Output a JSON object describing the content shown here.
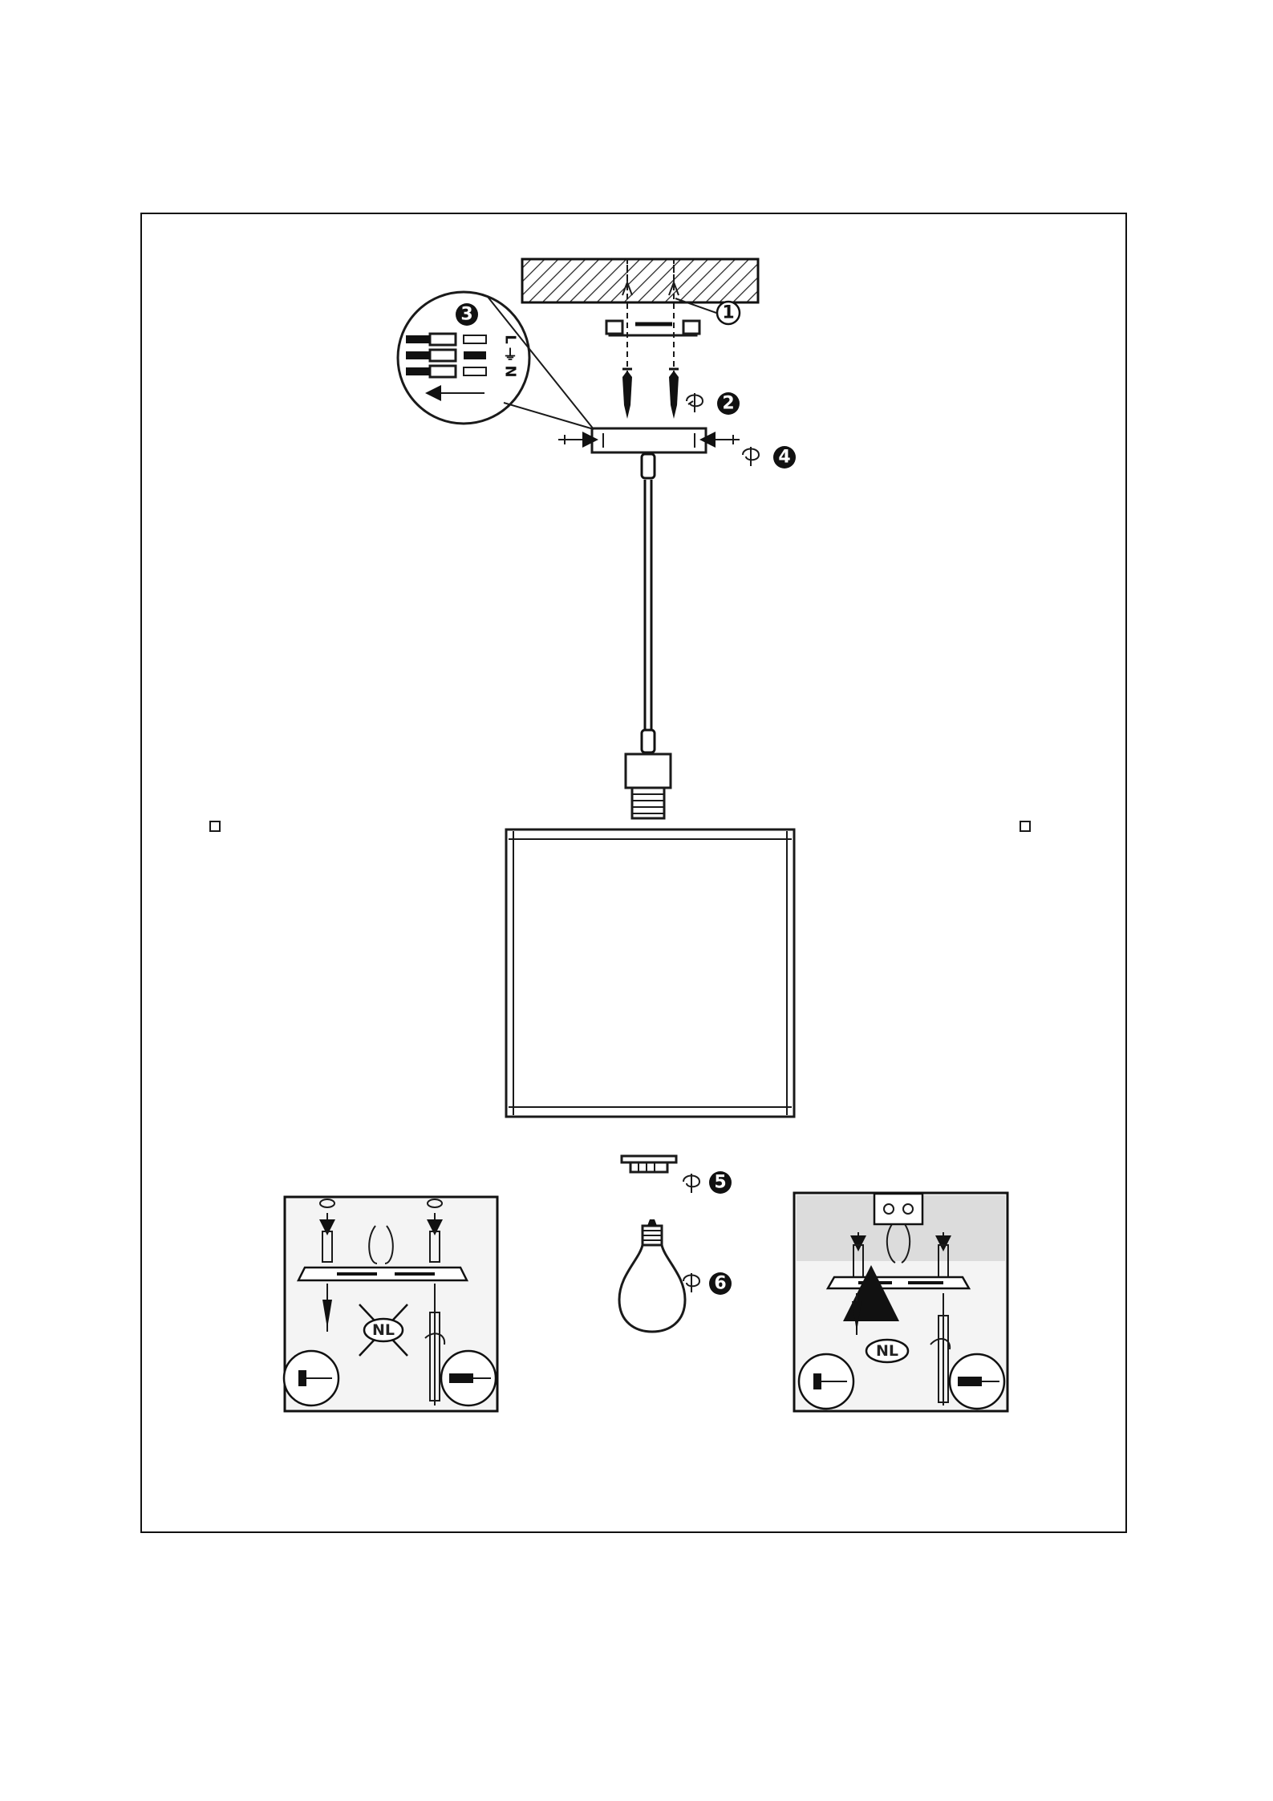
{
  "colors": {
    "line": "#1a1a1a",
    "paper": "#ffffff",
    "panel": "#f4f4f4",
    "ceiling": "#dcdcdc"
  },
  "steps": [
    {
      "id": "step-1",
      "label": "1"
    },
    {
      "id": "step-2",
      "label": "2"
    },
    {
      "id": "step-3",
      "label": "3"
    },
    {
      "id": "step-4",
      "label": "4"
    },
    {
      "id": "step-5",
      "label": "5"
    },
    {
      "id": "step-6",
      "label": "6"
    }
  ],
  "wiring": {
    "phase": "L",
    "earth": "⏚",
    "neutral": "N"
  },
  "insets": {
    "left_badge": "NL",
    "right_badge": "NL"
  }
}
